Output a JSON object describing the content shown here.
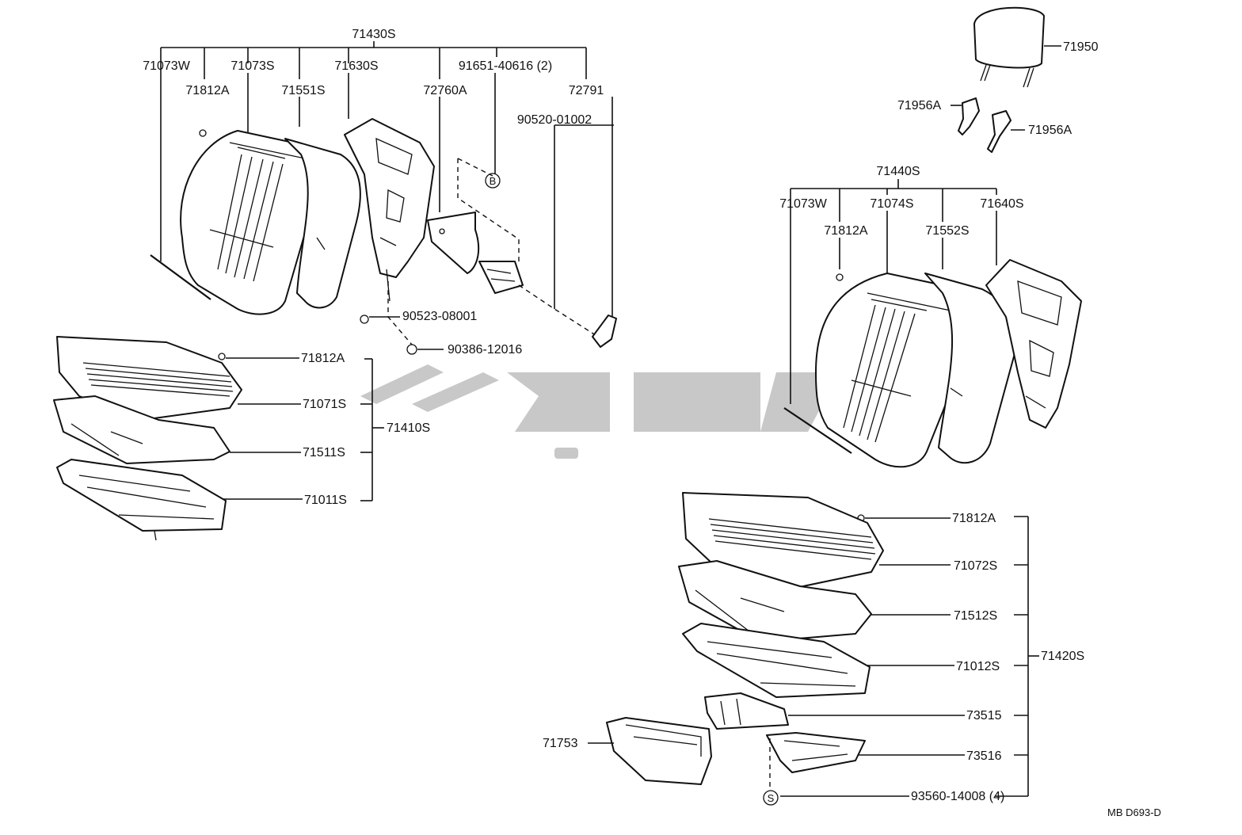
{
  "labels": {
    "front_back_assy": "71430S",
    "wire_a": "71073W",
    "hog_ring_a": "71812A",
    "back_cover_a": "71073S",
    "back_pad_a": "71551S",
    "back_frame_a": "71630S",
    "bolt_a": "91651-40616 (2)",
    "recliner_cover": "72760A",
    "knob": "72791",
    "ring": "90520-01002",
    "retainer": "90523-08001",
    "nut": "90386-12016",
    "headrest": "71950",
    "headrest_support_1": "71956A",
    "headrest_support_2": "71956A",
    "rear_back_assy": "71440S",
    "wire_b": "71073W",
    "back_cover_b": "71074S",
    "back_frame_b": "71640S",
    "hog_ring_b": "71812A",
    "back_pad_b": "71552S",
    "cushion_hog_ring_a": "71812A",
    "cushion_cover_a": "71071S",
    "cushion_assy_a": "71410S",
    "cushion_pad_a": "71511S",
    "cushion_frame_a": "71011S",
    "cushion_hog_ring_b": "71812A",
    "cushion_cover_b": "71072S",
    "cushion_pad_b": "71512S",
    "cushion_frame_b": "71012S",
    "cushion_assy_b": "71420S",
    "bracket_1": "73515",
    "bracket_2": "73516",
    "screw": "93560-14008 (4)",
    "tray": "71753",
    "ref_b": "B",
    "ref_s": "S",
    "drawing_code": "MB D693-D"
  },
  "colors": {
    "line": "#111111",
    "watermark": "#9a9a9a"
  }
}
